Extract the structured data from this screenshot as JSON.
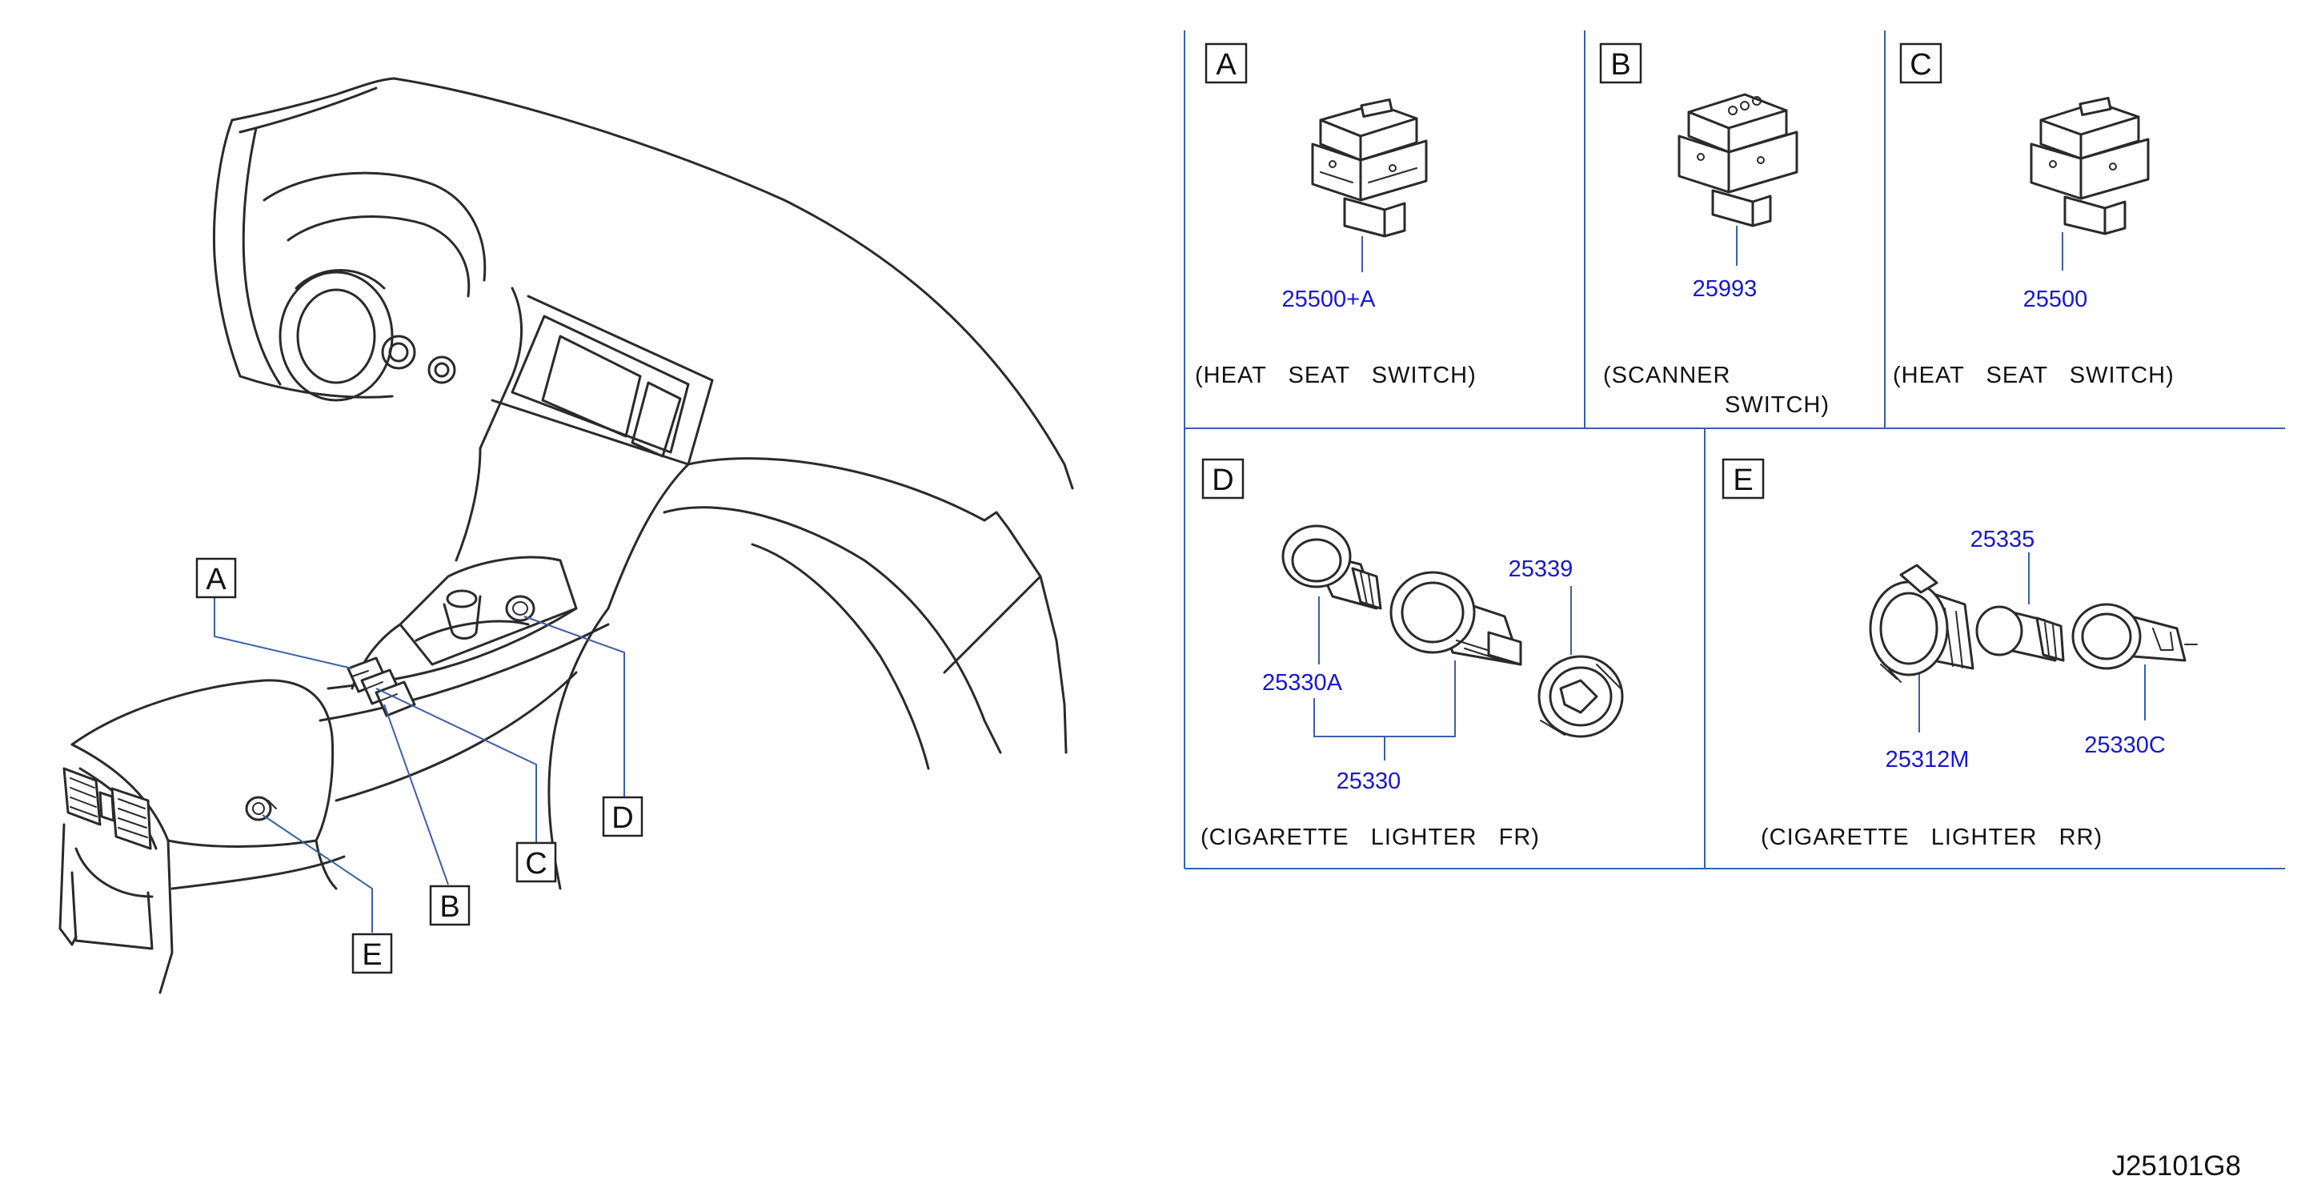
{
  "callouts": {
    "A": "A",
    "B": "B",
    "C": "C",
    "D": "D",
    "E": "E"
  },
  "panels": {
    "A": {
      "letter": "A",
      "part": "25500+A",
      "caption": "(HEAT   SEAT   SWITCH)"
    },
    "B": {
      "letter": "B",
      "part": "25993",
      "caption_line1": "(SCANNER",
      "caption_line2": "SWITCH)"
    },
    "C": {
      "letter": "C",
      "part": "25500",
      "caption": "(HEAT   SEAT   SWITCH)"
    },
    "D": {
      "letter": "D",
      "parts": [
        "25339",
        "25330A",
        "25330"
      ],
      "caption": "(CIGARETTE   LIGHTER   FR)"
    },
    "E": {
      "letter": "E",
      "parts": [
        "25335",
        "25312M",
        "25330C"
      ],
      "caption": "(CIGARETTE   LIGHTER   RR)"
    }
  },
  "diagram_code": "J25101G8",
  "colors": {
    "leader": "#3b5fa8",
    "part_number": "#1616d6",
    "ink": "#2a2a2a"
  }
}
